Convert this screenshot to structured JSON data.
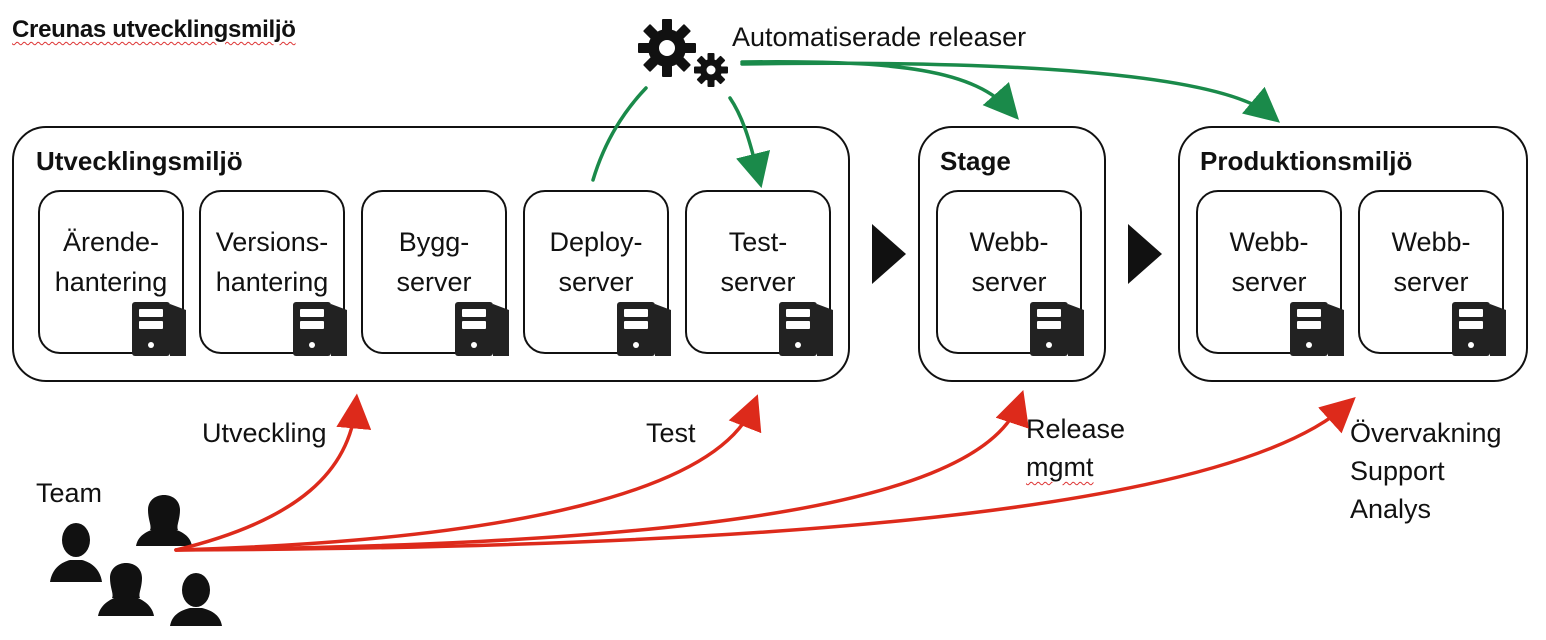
{
  "title": "Creunas utvecklingsmiljö",
  "automation_label": "Automatiserade releaser",
  "environments": {
    "dev": {
      "label": "Utvecklingsmiljö",
      "servers": [
        {
          "label": "Ärende-\nhantering"
        },
        {
          "label": "Versions-\nhantering"
        },
        {
          "label": "Bygg-\nserver"
        },
        {
          "label": "Deploy-\nserver"
        },
        {
          "label": "Test-\nserver"
        }
      ]
    },
    "stage": {
      "label": "Stage",
      "servers": [
        {
          "label": "Webb-\nserver"
        }
      ]
    },
    "prod": {
      "label": "Produktionsmiljö",
      "servers": [
        {
          "label": "Webb-\nserver"
        },
        {
          "label": "Webb-\nserver"
        }
      ]
    }
  },
  "activities": {
    "utveckling": "Utveckling",
    "test": "Test",
    "release_line1": "Release",
    "release_line2": "mgmt",
    "ops": "Övervakning\nSupport\nAnalys"
  },
  "team_label": "Team",
  "icons": {
    "automation": "gears-icon",
    "server": "server-tower-icon",
    "team": "people-icon",
    "flow": "play-triangle-icon"
  },
  "colors": {
    "automation_arrow": "#1a8a4a",
    "team_arrow": "#dd2a1b",
    "stroke": "#111111"
  }
}
